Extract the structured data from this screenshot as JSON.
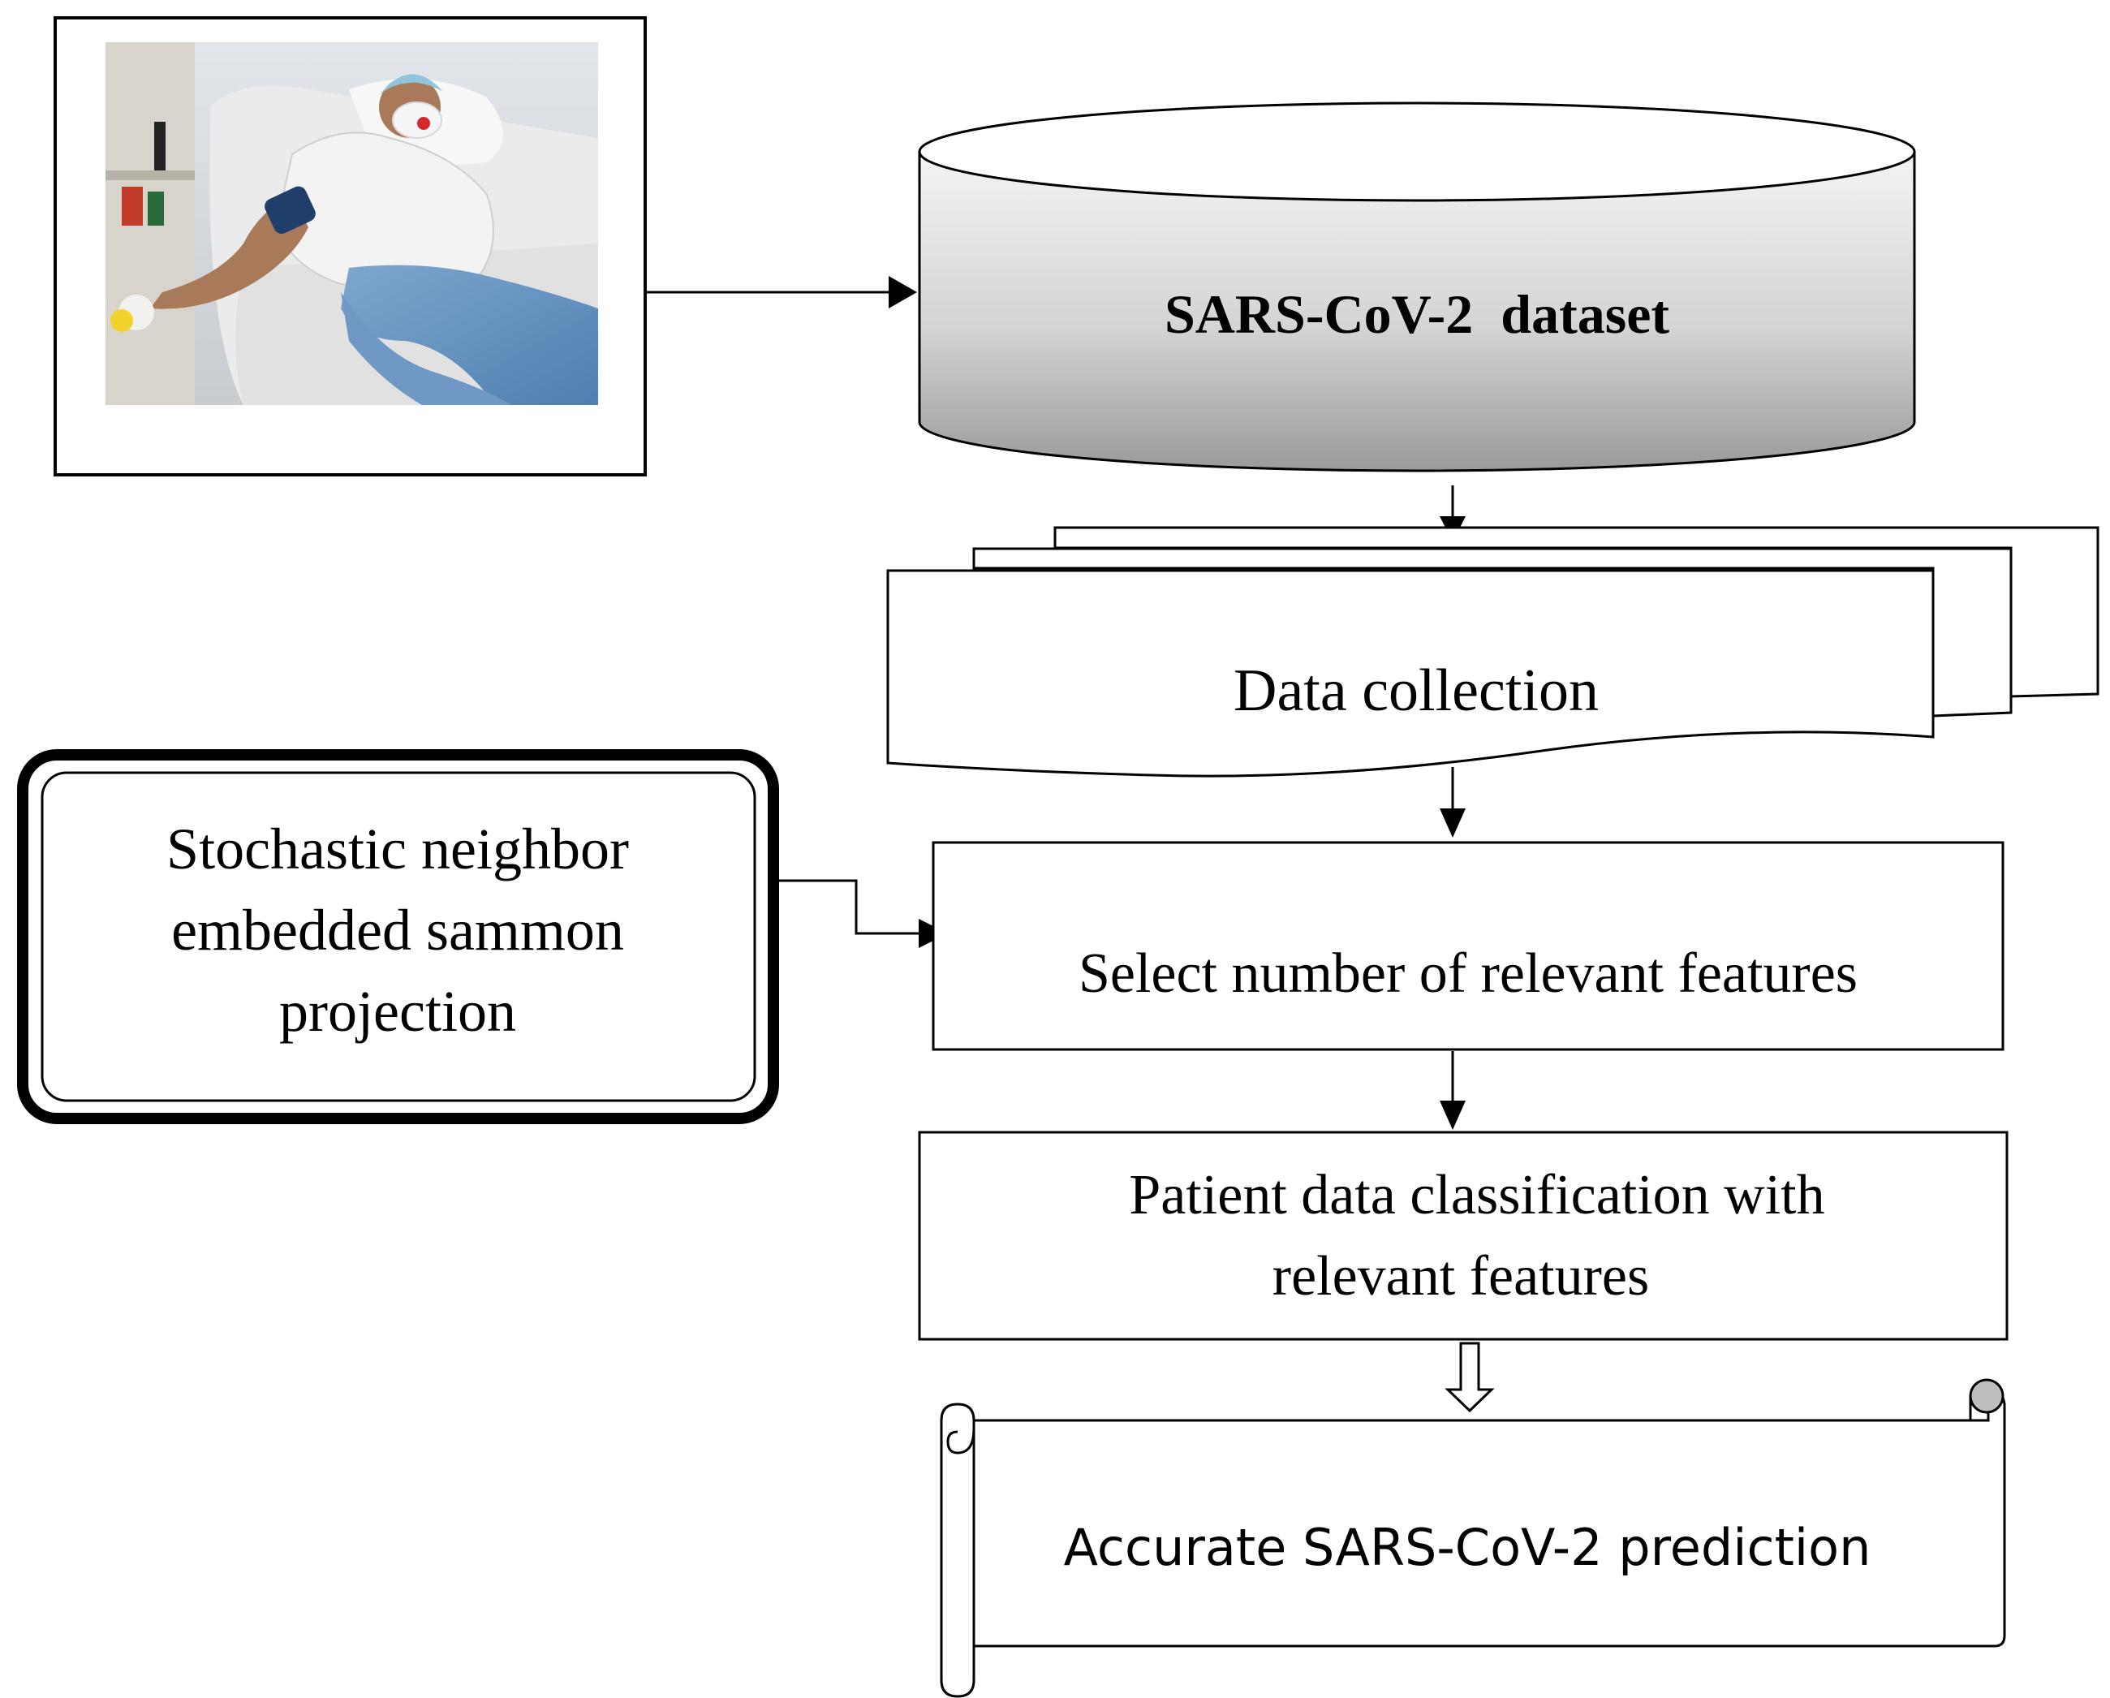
{
  "nodes": {
    "dataset": "SARS-CoV-2  dataset",
    "data_collection": "Data collection",
    "method_line1": "Stochastic neighbor",
    "method_line2": "embedded sammon",
    "method_line3": "projection",
    "select_features": "Select number of relevant features",
    "classification_line1": "Patient data classification with",
    "classification_line2": "relevant features",
    "prediction": "Accurate SARS-CoV-2 prediction"
  },
  "colors": {
    "stroke": "#000000",
    "cylinder_top": "#ffffff",
    "cylinder_light": "#f2f2f2",
    "cylinder_dark": "#9a9a9a",
    "page_fill": "#ffffff"
  }
}
